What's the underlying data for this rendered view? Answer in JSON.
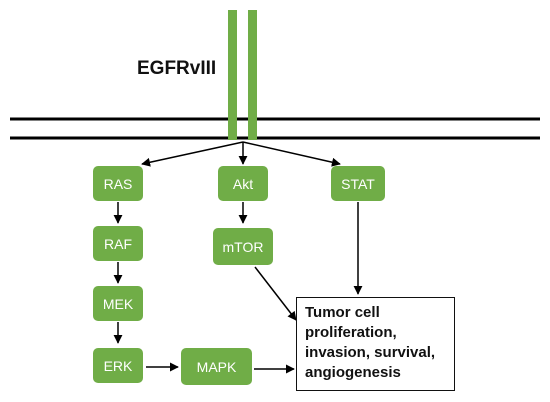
{
  "receptor": {
    "label": "EGFRvIII",
    "color": "#70ad47"
  },
  "nodes": {
    "ras": "RAS",
    "raf": "RAF",
    "mek": "MEK",
    "erk": "ERK",
    "mapk": "MAPK",
    "akt": "Akt",
    "mtor": "mTOR",
    "stat": "STAT"
  },
  "outcome": {
    "lines": [
      "Tumor cell",
      "proliferation,",
      "invasion, survival,",
      "angiogenesis"
    ]
  },
  "colors": {
    "node_fill": "#70ad47",
    "node_text": "#ffffff",
    "lines": "#000000"
  }
}
